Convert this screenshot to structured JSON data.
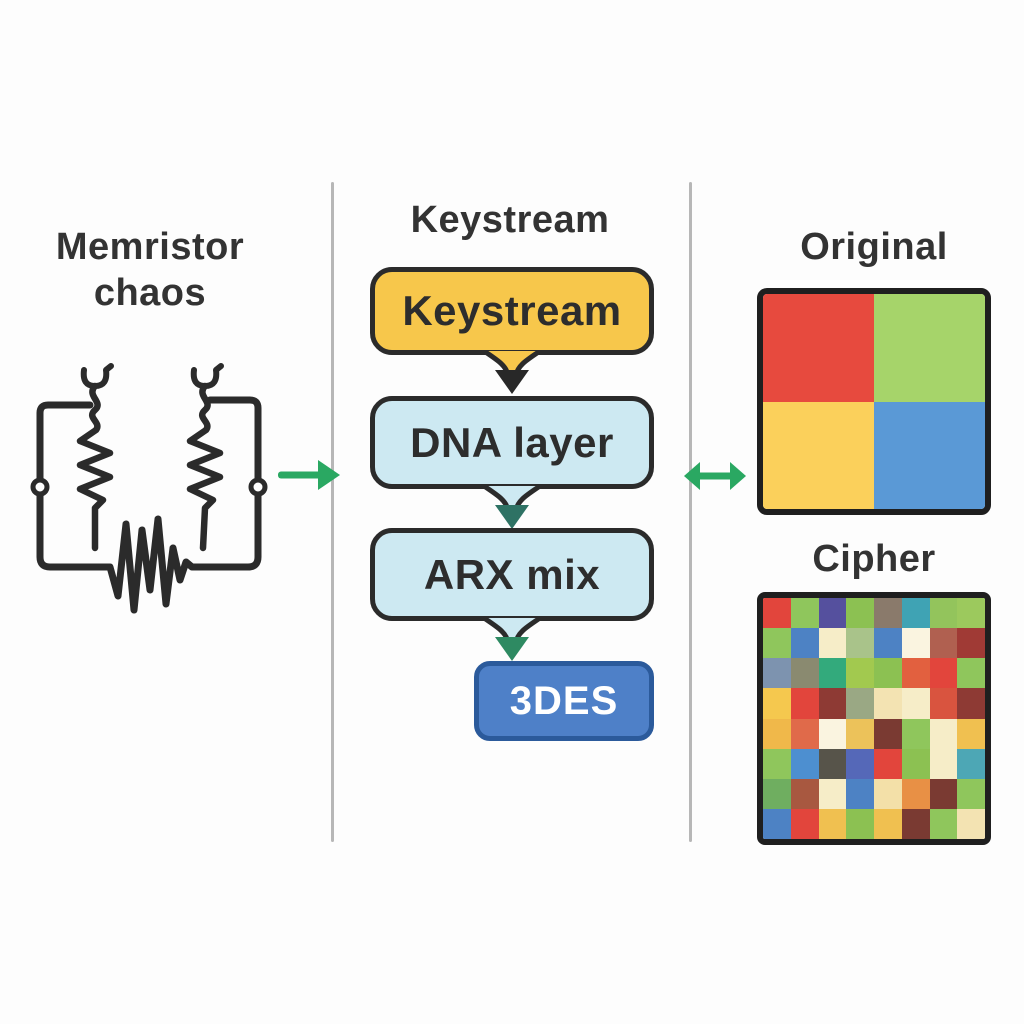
{
  "colors": {
    "background": "#fdfdfd",
    "divider": "#b7b7b7",
    "ink": "#2b2b2b",
    "title_text": "#333333",
    "green_arrow": "#2aa862",
    "frame_border": "#1f1f1f"
  },
  "left_panel": {
    "title": "Memristor chaos",
    "diagram": "memristor-circuit-with-two-resistive-branches-and-chaotic-signal"
  },
  "middle_panel": {
    "title": "Keystream",
    "boxes": [
      {
        "label": "Keystream",
        "fill": "#f7c74b",
        "border": "#2b2b2b",
        "text": "#2d2d2d",
        "tail_arrow": "#282828"
      },
      {
        "label": "DNA layer",
        "fill": "#cde9f2",
        "border": "#2b2b2b",
        "text": "#2d2d2d",
        "tail_arrow": "#2e7264"
      },
      {
        "label": "ARX mix",
        "fill": "#cde9f2",
        "border": "#2b2b2b",
        "text": "#2d2d2d",
        "tail_arrow": "#2e8a62"
      },
      {
        "label": "3DES",
        "fill": "#4e80c8",
        "border": "#2b5a9b",
        "text": "#ffffff"
      }
    ]
  },
  "right_panel": {
    "original_title": "Original",
    "cipher_title": "Cipher",
    "original_quadrants": [
      "#e74a3e",
      "#a6d46a",
      "#fbd05b",
      "#5a99d6"
    ],
    "cipher_grid": [
      [
        "#e2453c",
        "#8fc65c",
        "#55509e",
        "#8cc152",
        "#8a7a6b",
        "#3fa3b4",
        "#93c45c",
        "#9cc95d"
      ],
      [
        "#8fc65c",
        "#4d82c4",
        "#f6edc8",
        "#a9c38a",
        "#4d82c4",
        "#faf4e0",
        "#b06050",
        "#a03a35"
      ],
      [
        "#7d93af",
        "#8a8a70",
        "#33aa7c",
        "#a2c94f",
        "#8cc152",
        "#e2603f",
        "#e2453c",
        "#8fc65c"
      ],
      [
        "#f5c84e",
        "#e2453c",
        "#8e3a34",
        "#9aa884",
        "#f3e3b2",
        "#f6edc8",
        "#d9543f",
        "#8e3a34"
      ],
      [
        "#f0b84a",
        "#e06a4a",
        "#faf4e0",
        "#ecc25a",
        "#7a3a32",
        "#8fc65c",
        "#f6edc8",
        "#f0c050"
      ],
      [
        "#8fc65c",
        "#4d8fd0",
        "#57544a",
        "#5568b8",
        "#e2453c",
        "#8cc152",
        "#f6edc8",
        "#4da7b5"
      ],
      [
        "#6fae60",
        "#a85840",
        "#f6edc8",
        "#4d82c4",
        "#f3e0a8",
        "#e89045",
        "#7a3a32",
        "#8fc65c"
      ],
      [
        "#4d82c4",
        "#e2453c",
        "#f0c050",
        "#8cc152",
        "#f0c050",
        "#7a3a32",
        "#8fc65c",
        "#f3e3b2"
      ]
    ]
  }
}
